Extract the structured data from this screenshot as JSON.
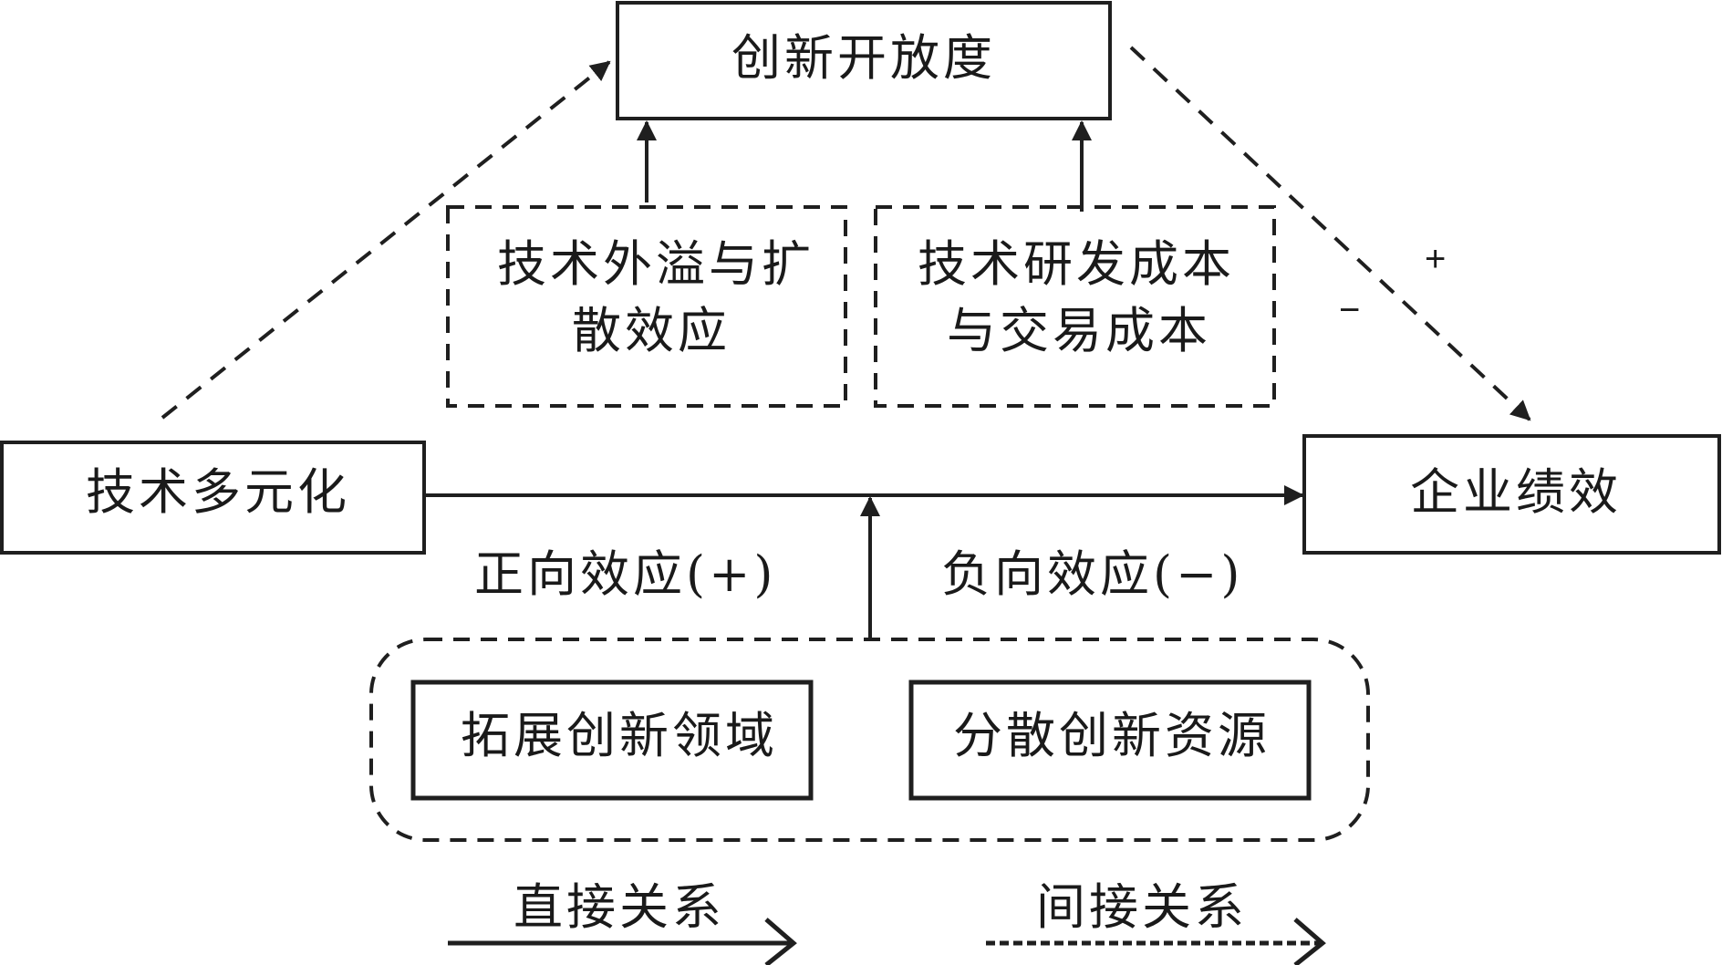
{
  "nodes": {
    "innovation_openness": "创新开放度",
    "tech_spillover_line1": "技术外溢与扩",
    "tech_spillover_line2": "散效应",
    "rd_cost_line1": "技术研发成本",
    "rd_cost_line2": "与交易成本",
    "tech_diversification": "技术多元化",
    "firm_performance": "企业绩效",
    "expand_domain": "拓展创新领域",
    "disperse_resources": "分散创新资源"
  },
  "edge_labels": {
    "positive_effect": "正向效应(+)",
    "negative_effect": "负向效应(−)",
    "plus_sign": "+",
    "minus_sign": "−"
  },
  "legend": {
    "direct": "直接关系",
    "indirect": "间接关系"
  },
  "colors": {
    "stroke": "#1f1f1f",
    "background": "#ffffff"
  }
}
